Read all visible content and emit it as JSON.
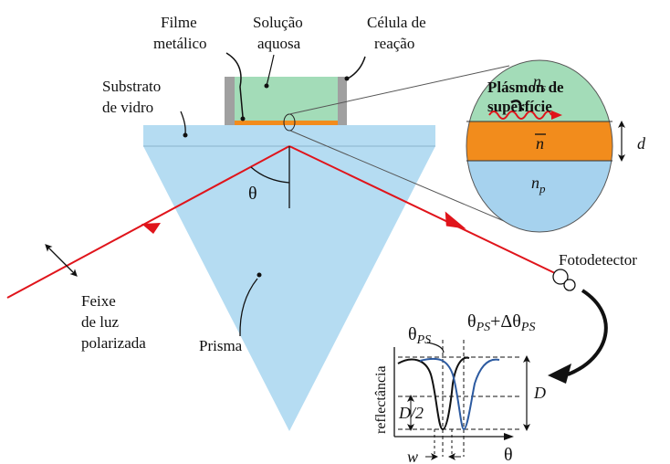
{
  "labels": {
    "metal_film": [
      "Filme",
      "metálico"
    ],
    "aqueous_solution": [
      "Solução",
      "aquosa"
    ],
    "reaction_cell": [
      "Célula de",
      "reação"
    ],
    "glass_substrate": [
      "Substrato",
      "de vidro"
    ],
    "surface_plasmon": [
      "Plásmon de",
      "superfície"
    ],
    "photodetector": "Fotodetector",
    "polarized_beam": [
      "Feixe",
      "de luz",
      "polarizada"
    ],
    "prism": "Prisma",
    "theta": "θ"
  },
  "inset": {
    "n_s": "n",
    "n_s_sub": "s",
    "n_bar": "n",
    "n_p": "n",
    "n_p_sub": "p",
    "d": "d"
  },
  "graph": {
    "ylabel": "reflectância",
    "xlabel": "θ",
    "theta_ps": "θ",
    "theta_ps_sub": "PS",
    "shift_theta": "θ",
    "shift_ps_sub": "PS",
    "shift_plus": "+Δθ",
    "shift_ps2_sub": "PS",
    "D": "D",
    "D_half": "D/2",
    "w": "w"
  },
  "colors": {
    "prism": "#b5dcf2",
    "substrate": "#b5dcf2",
    "solution": "#a3dcb8",
    "metal": "#f28c1c",
    "np_layer": "#a6d2ee",
    "beam": "#e0141b",
    "curve_blue": "#2c5aa0"
  }
}
